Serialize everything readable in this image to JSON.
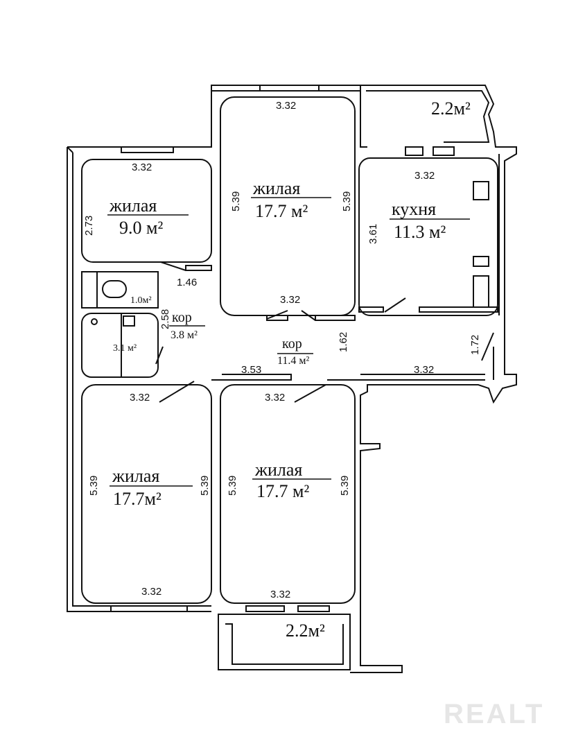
{
  "rooms": {
    "bedroom_small": {
      "label": "жилая",
      "area": "9.0 м²",
      "width": "3.32",
      "depth": "2.73"
    },
    "bedroom_top": {
      "label": "жилая",
      "area": "17.7 м²",
      "width": "3.32",
      "depth_left": "5.39",
      "depth_right": "5.39",
      "bottom_width": "3.32"
    },
    "kitchen": {
      "label": "кухня",
      "area": "11.3 м²",
      "width": "3.32",
      "depth": "3.61"
    },
    "balcony_top": {
      "area": "2.2м²"
    },
    "wc": {
      "area": "1.0м²"
    },
    "bath": {
      "area": "3.1 м²"
    },
    "corridor_small": {
      "label": "кор",
      "area": "3.8 м²",
      "dim_a": "2.58",
      "dim_b": "1.46"
    },
    "corridor_main": {
      "label": "кор",
      "area": "11.4 м²",
      "dim_a": "3.53",
      "dim_b": "1.62",
      "dim_c": "3.32",
      "dim_d": "1.72"
    },
    "bedroom_bl": {
      "label": "жилая",
      "area": "17.7м²",
      "width_top": "3.32",
      "depth_left": "5.39",
      "depth_right": "5.39",
      "width_bottom": "3.32"
    },
    "bedroom_br": {
      "label": "жилая",
      "area": "17.7 м²",
      "width_top": "3.32",
      "depth_left": "5.39",
      "depth_right": "5.39",
      "width_bottom": "3.32"
    },
    "balcony_bottom": {
      "area": "2.2м²"
    }
  },
  "watermark": "REALT"
}
